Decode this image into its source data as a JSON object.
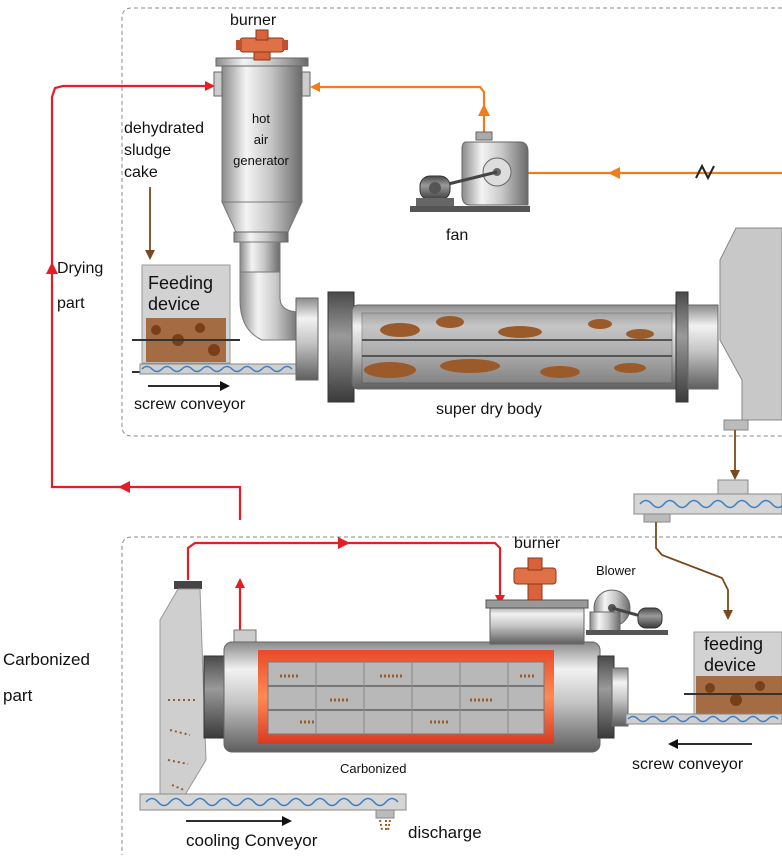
{
  "labels": {
    "burner_top": "burner",
    "hot_air_1": "hot",
    "hot_air_2": "air",
    "hot_air_3": "generator",
    "sludge_1": "dehydrated",
    "sludge_2": "sludge",
    "sludge_3": "cake",
    "fan": "fan",
    "drying_1": "Drying",
    "drying_2": "part",
    "feeding_top_1": "Feeding",
    "feeding_top_2": "device",
    "screw_top": "screw conveyor",
    "super_dry": "super dry body",
    "carbonized_part_1": "Carbonized",
    "carbonized_part_2": "part",
    "burner_bottom": "burner",
    "blower": "Blower",
    "feeding_bottom_1": "feeding",
    "feeding_bottom_2": "device",
    "carbonized": "Carbonized",
    "screw_bottom": "screw conveyor",
    "cooling": "cooling Conveyor",
    "discharge": "discharge"
  },
  "colors": {
    "hot_air_line": "#e31e24",
    "fan_line": "#f07d1a",
    "sludge_arrow": "#7a4a1e",
    "sludge": "#9b5a2a",
    "screw": "#3d7fc4",
    "metal_dark": "#6e6e6e",
    "metal_light": "#e4e4e4",
    "flame": "#e8482b",
    "burner": "#d8623a",
    "border": "#888888"
  },
  "icons": {
    "valve": "check-valve-icon",
    "fan": "centrifugal-fan-icon",
    "blower": "blower-icon",
    "burner": "burner-icon"
  }
}
